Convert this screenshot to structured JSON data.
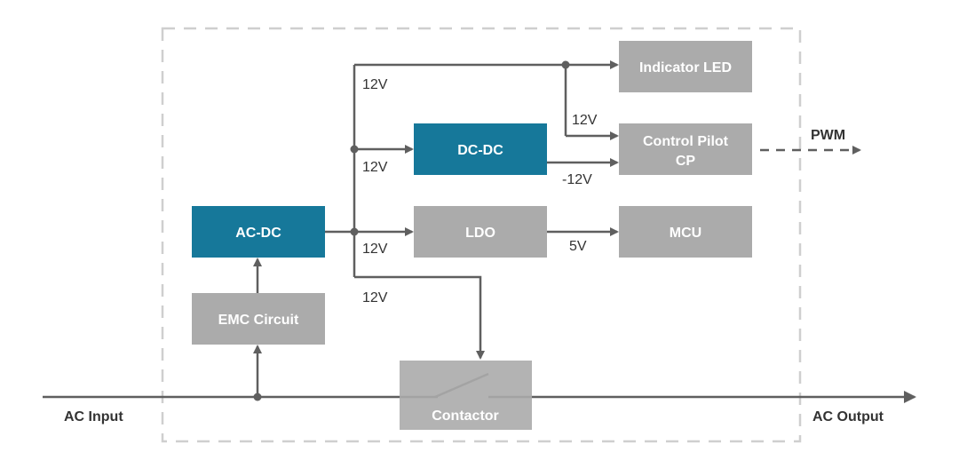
{
  "colors": {
    "accent_block": "#16789A",
    "gray_block": "#ABABAB",
    "line": "#5F5F5F",
    "boundary": "#CFCFCF",
    "text_dark": "#333333",
    "text_light": "#FFFFFF"
  },
  "blocks": {
    "acdc": "AC-DC",
    "dcdc": "DC-DC",
    "ldo": "LDO",
    "mcu": "MCU",
    "indicator_led": "Indicator LED",
    "control_pilot_line1": "Control Pilot",
    "control_pilot_line2": "CP",
    "emc": "EMC Circuit",
    "contactor": "Contactor"
  },
  "voltages": {
    "v_led": "12V",
    "v_dcdc_in": "12V",
    "v_ldo_in": "12V",
    "v_contactor": "12V",
    "v_cp_pos": "12V",
    "v_cp_neg": "-12V",
    "v_mcu": "5V"
  },
  "io": {
    "ac_input": "AC Input",
    "ac_output": "AC Output",
    "pwm": "PWM"
  }
}
